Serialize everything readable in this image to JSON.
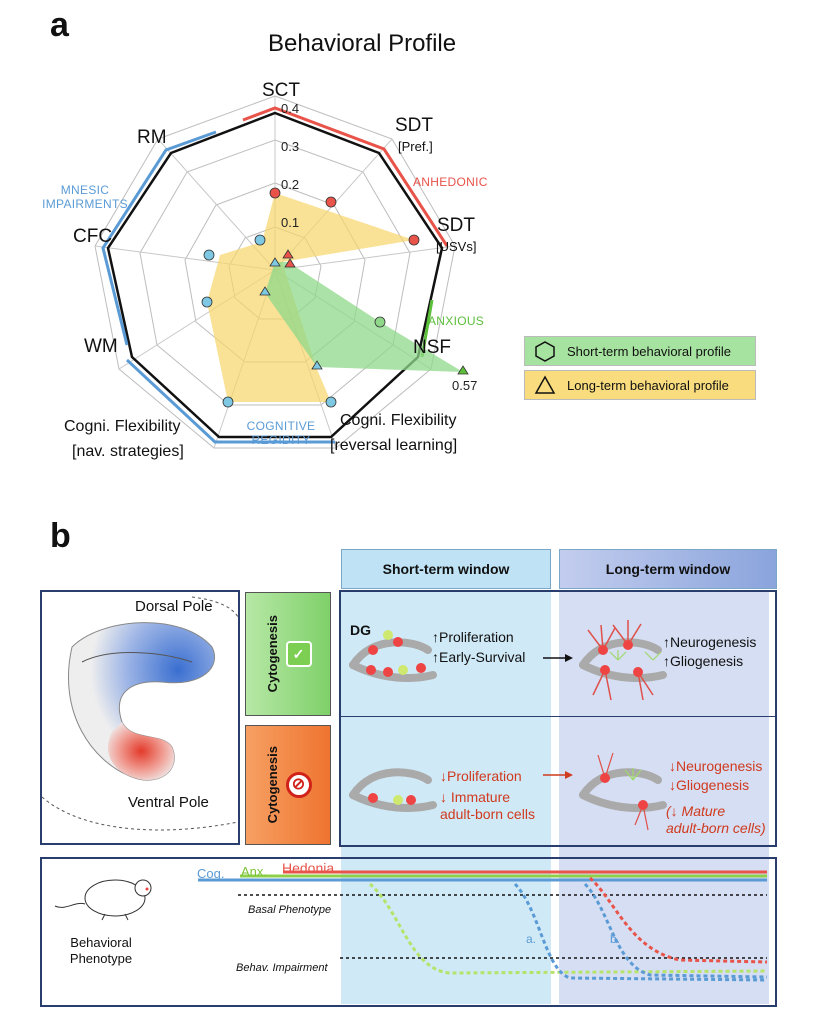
{
  "panel_a": {
    "letter": "a",
    "title": "Behavioral Profile",
    "axes": [
      "SCT",
      "SDT",
      "SDT",
      "NSF",
      "Cogni. Flexibility",
      "Cogni. Flexibility",
      "WM",
      "CFC",
      "RM"
    ],
    "axis_subs": {
      "sdt_pref": "[Pref.]",
      "sdt_usv": "[USVs]",
      "cf_rev": "[reversal learning]",
      "cf_nav": "[nav. strategies]"
    },
    "ticks": [
      "0.1",
      "0.2",
      "0.3",
      "0.4"
    ],
    "outlier_value": "0.57",
    "groups": {
      "anhedonic": "ANHEDONIC",
      "anxious": "ANXIOUS",
      "mnesic": "MNESIC\nIMPAIRMENTS",
      "cognitive": "COGNITIVE\nREGIDITY"
    },
    "legend": {
      "short": "Short-term behavioral profile",
      "long": "Long-term behavioral profile"
    },
    "colors": {
      "anhedonic": "#e8534a",
      "anxious": "#5bbf3a",
      "mnesic": "#5b9bd5",
      "short_fill": "#8fd88a",
      "long_fill": "#f6d66a"
    }
  },
  "panel_b": {
    "letter": "b",
    "short_window": "Short-term window",
    "long_window": "Long-term window",
    "brain": {
      "dorsal": "Dorsal Pole",
      "ventral": "Ventral Pole"
    },
    "cyto_label": "Cytogenesis",
    "dg_label": "DG",
    "up_short": [
      "↑Proliferation",
      "↑Early-Survival"
    ],
    "up_long": [
      "↑Neurogenesis",
      "↑Gliogenesis"
    ],
    "down_short": [
      "↓Proliferation",
      "↓ Immature",
      "adult-born cells"
    ],
    "down_long": [
      "↓Neurogenesis",
      "↓Gliogenesis",
      "(↓ Mature",
      "adult-born cells)"
    ],
    "phenotype_label": "Behavioral\nPhenotype",
    "lines": {
      "cog": "Cog.",
      "anx": "Anx.",
      "hedonia": "Hedonia"
    },
    "basal": "Basal Phenotype",
    "impairment": "Behav. Impairment",
    "marker_a": "a.",
    "marker_b": "b."
  }
}
